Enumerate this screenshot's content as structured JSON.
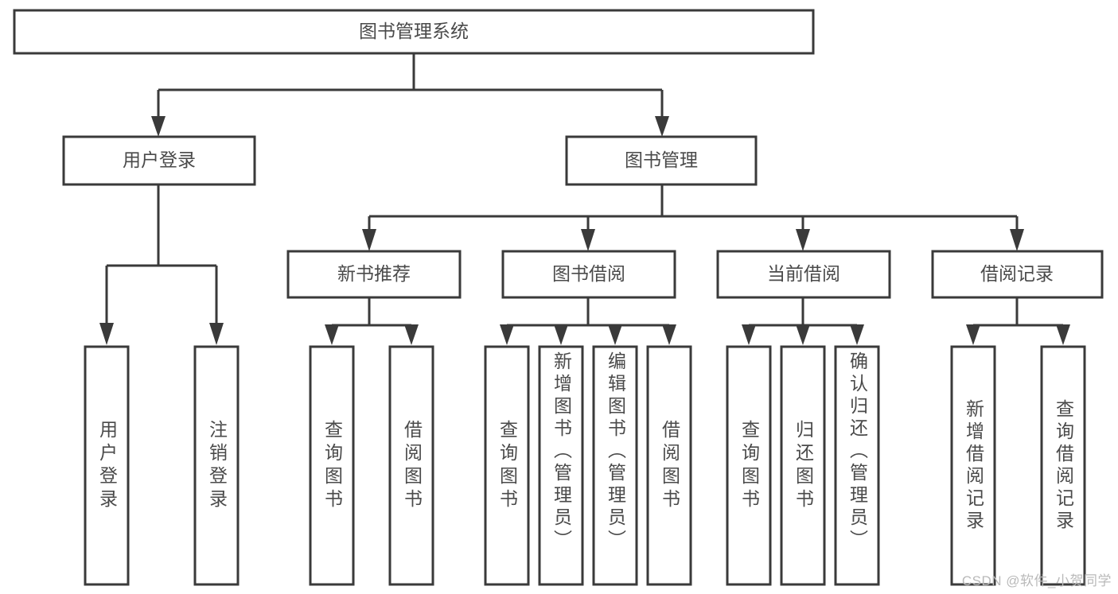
{
  "diagram": {
    "title": "图书管理系统",
    "watermark": "CSDN @软件_小贺同学",
    "root": {
      "label": "图书管理系统"
    },
    "level2": [
      {
        "label": "用户登录"
      },
      {
        "label": "图书管理"
      }
    ],
    "level3": [
      {
        "label": "新书推荐"
      },
      {
        "label": "图书借阅"
      },
      {
        "label": "当前借阅"
      },
      {
        "label": "借阅记录"
      }
    ],
    "leaves": {
      "user_login": [
        {
          "label": "用户登录"
        },
        {
          "label": "注销登录"
        }
      ],
      "new_book": [
        {
          "label": "查询图书"
        },
        {
          "label": "借阅图书"
        }
      ],
      "book_borrow": [
        {
          "label": "查询图书"
        },
        {
          "label": "新增图书（管理员）"
        },
        {
          "label": "编辑图书（管理员）"
        },
        {
          "label": "借阅图书"
        }
      ],
      "current_borrow": [
        {
          "label": "查询图书"
        },
        {
          "label": "归还图书"
        },
        {
          "label": "确认归还（管理员）"
        }
      ],
      "borrow_record": [
        {
          "label": "新增借阅记录"
        },
        {
          "label": "查询借阅记录"
        }
      ]
    },
    "colors": {
      "stroke": "#3a3a3a",
      "text": "#4a4a4a",
      "background": "#ffffff",
      "watermark": "#b9b9b9"
    }
  },
  "chart_data": {
    "type": "diagram",
    "title": "图书管理系统",
    "structure": "tree",
    "nodes": [
      {
        "id": "root",
        "label": "图书管理系统",
        "level": 0,
        "parent": null
      },
      {
        "id": "n1",
        "label": "用户登录",
        "level": 1,
        "parent": "root"
      },
      {
        "id": "n2",
        "label": "图书管理",
        "level": 1,
        "parent": "root"
      },
      {
        "id": "n1a",
        "label": "用户登录",
        "level": 2,
        "parent": "n1"
      },
      {
        "id": "n1b",
        "label": "注销登录",
        "level": 2,
        "parent": "n1"
      },
      {
        "id": "n21",
        "label": "新书推荐",
        "level": 2,
        "parent": "n2"
      },
      {
        "id": "n22",
        "label": "图书借阅",
        "level": 2,
        "parent": "n2"
      },
      {
        "id": "n23",
        "label": "当前借阅",
        "level": 2,
        "parent": "n2"
      },
      {
        "id": "n24",
        "label": "借阅记录",
        "level": 2,
        "parent": "n2"
      },
      {
        "id": "n21a",
        "label": "查询图书",
        "level": 3,
        "parent": "n21"
      },
      {
        "id": "n21b",
        "label": "借阅图书",
        "level": 3,
        "parent": "n21"
      },
      {
        "id": "n22a",
        "label": "查询图书",
        "level": 3,
        "parent": "n22"
      },
      {
        "id": "n22b",
        "label": "新增图书（管理员）",
        "level": 3,
        "parent": "n22"
      },
      {
        "id": "n22c",
        "label": "编辑图书（管理员）",
        "level": 3,
        "parent": "n22"
      },
      {
        "id": "n22d",
        "label": "借阅图书",
        "level": 3,
        "parent": "n22"
      },
      {
        "id": "n23a",
        "label": "查询图书",
        "level": 3,
        "parent": "n23"
      },
      {
        "id": "n23b",
        "label": "归还图书",
        "level": 3,
        "parent": "n23"
      },
      {
        "id": "n23c",
        "label": "确认归还（管理员）",
        "level": 3,
        "parent": "n23"
      },
      {
        "id": "n24a",
        "label": "新增借阅记录",
        "level": 3,
        "parent": "n24"
      },
      {
        "id": "n24b",
        "label": "查询借阅记录",
        "level": 3,
        "parent": "n24"
      }
    ]
  }
}
